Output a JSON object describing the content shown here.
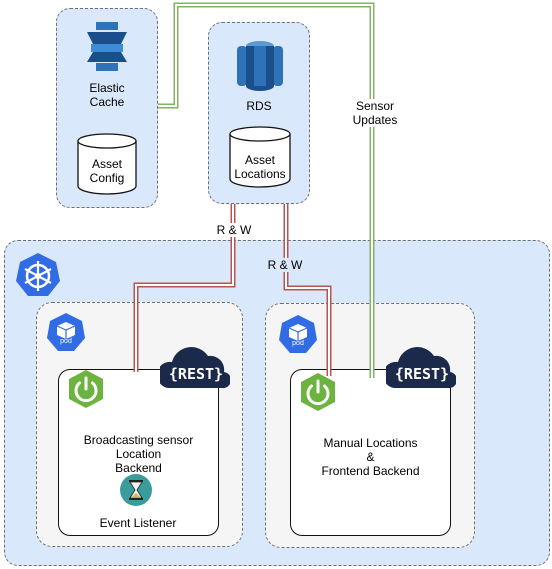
{
  "elastic_cache": {
    "label_line1": "Elastic",
    "label_line2": "Cache",
    "store_line1": "Asset",
    "store_line2": "Config"
  },
  "rds": {
    "label": "RDS",
    "store_line1": "Asset",
    "store_line2": "Locations"
  },
  "sensor_updates": {
    "line1": "Sensor",
    "line2": "Updates"
  },
  "rw_left": "R & W",
  "rw_right": "R & W",
  "pod_left": {
    "pod_label": "pod",
    "rest_label": "{REST}",
    "title_line1": "Broadcasting sensor",
    "title_line2": "Location",
    "title_line3": "Backend",
    "listener": "Event Listener"
  },
  "pod_right": {
    "pod_label": "pod",
    "rest_label": "{REST}",
    "title_line1": "Manual Locations",
    "title_line2": "&",
    "title_line3": "Frontend Backend"
  },
  "colors": {
    "green_link": "#82b366",
    "red_link": "#b85450",
    "container_fill": "#dae8fc"
  }
}
